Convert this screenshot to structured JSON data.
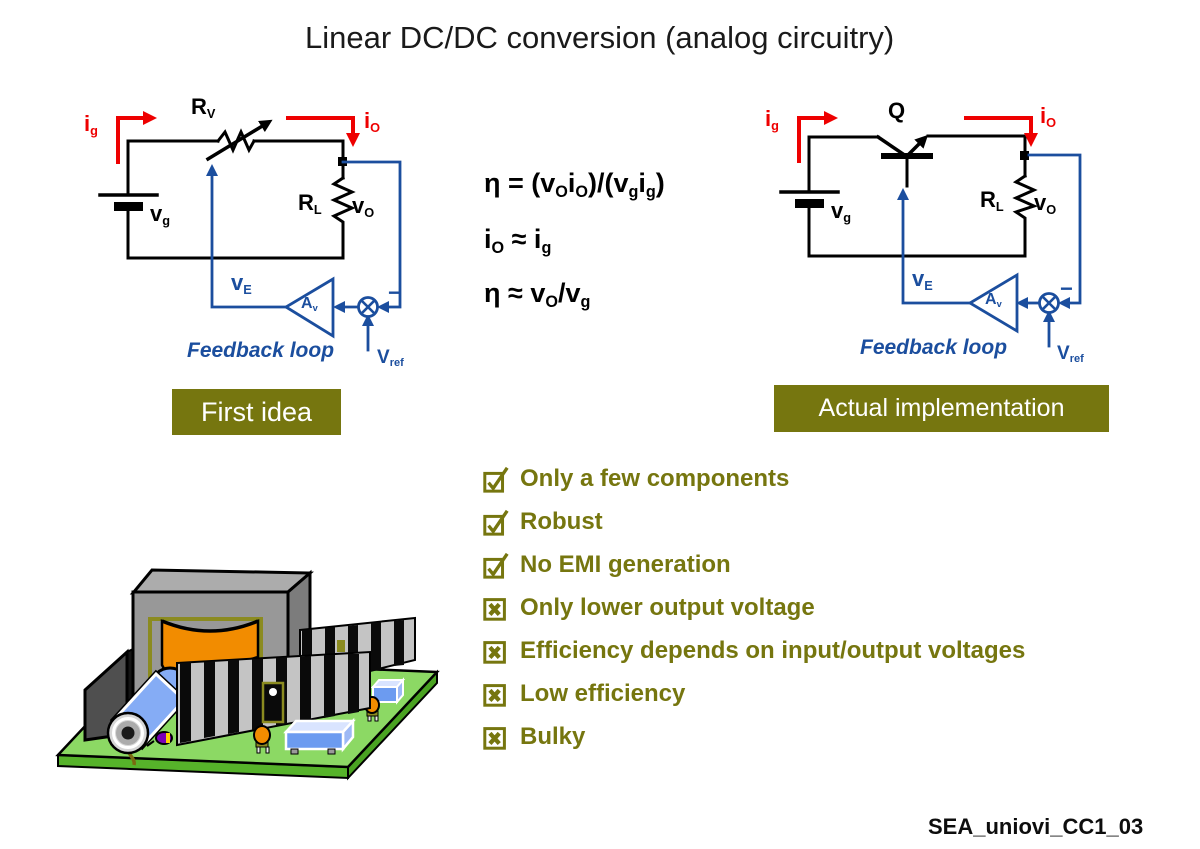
{
  "slide": {
    "title": "Linear DC/DC conversion (analog circuitry)",
    "footer": "SEA_uniovi_CC1_03"
  },
  "colors": {
    "olive": "#76760f",
    "circuit_blue": "#1b4e9e",
    "current_red": "#ee0000",
    "pcb_green": "#8cd964",
    "winding_orange": "#f28c00"
  },
  "left_circuit": {
    "caption": "First idea",
    "labels": {
      "ig": [
        {
          "t": "i"
        },
        {
          "t": "g",
          "sub": true
        }
      ],
      "rv": [
        {
          "t": "R"
        },
        {
          "t": "V",
          "sub": true
        }
      ],
      "io": [
        {
          "t": "i"
        },
        {
          "t": "O",
          "sub": true
        }
      ],
      "vg": [
        {
          "t": "v"
        },
        {
          "t": "g",
          "sub": true
        }
      ],
      "rl": [
        {
          "t": "R"
        },
        {
          "t": "L",
          "sub": true
        }
      ],
      "vo": [
        {
          "t": "v"
        },
        {
          "t": "O",
          "sub": true
        }
      ],
      "ve": [
        {
          "t": "v"
        },
        {
          "t": "E",
          "sub": true
        }
      ],
      "av": [
        {
          "t": "A"
        },
        {
          "t": "v",
          "sub": true
        }
      ],
      "vref": [
        {
          "t": "V"
        },
        {
          "t": "ref",
          "sub": true
        }
      ],
      "minus": "−",
      "feedback": "Feedback loop"
    }
  },
  "right_circuit": {
    "caption": "Actual implementation",
    "labels": {
      "ig": [
        {
          "t": "i"
        },
        {
          "t": "g",
          "sub": true
        }
      ],
      "q": "Q",
      "io": [
        {
          "t": "i"
        },
        {
          "t": "O",
          "sub": true
        }
      ],
      "vg": [
        {
          "t": "v"
        },
        {
          "t": "g",
          "sub": true
        }
      ],
      "rl": [
        {
          "t": "R"
        },
        {
          "t": "L",
          "sub": true
        }
      ],
      "vo": [
        {
          "t": "v"
        },
        {
          "t": "O",
          "sub": true
        }
      ],
      "ve": [
        {
          "t": "v"
        },
        {
          "t": "E",
          "sub": true
        }
      ],
      "av": [
        {
          "t": "A"
        },
        {
          "t": "v",
          "sub": true
        }
      ],
      "vref": [
        {
          "t": "V"
        },
        {
          "t": "ref",
          "sub": true
        }
      ],
      "minus": "−",
      "feedback": "Feedback loop"
    }
  },
  "equations": {
    "line1": [
      {
        "t": "η = (v"
      },
      {
        "t": "O",
        "sub": true
      },
      {
        "t": "i"
      },
      {
        "t": "O",
        "sub": true
      },
      {
        "t": ")/(v"
      },
      {
        "t": "g",
        "sub": true
      },
      {
        "t": "i"
      },
      {
        "t": "g",
        "sub": true
      },
      {
        "t": ")"
      }
    ],
    "line2": [
      {
        "t": "i"
      },
      {
        "t": "O",
        "sub": true
      },
      {
        "t": " ≈ i"
      },
      {
        "t": "g",
        "sub": true
      }
    ],
    "line3": [
      {
        "t": "η ≈ v"
      },
      {
        "t": "O",
        "sub": true
      },
      {
        "t": "/v"
      },
      {
        "t": "g",
        "sub": true
      }
    ]
  },
  "checklist": {
    "items": [
      {
        "state": "check",
        "label": "Only a few components"
      },
      {
        "state": "check",
        "label": "Robust"
      },
      {
        "state": "check",
        "label": "No EMI generation"
      },
      {
        "state": "cross",
        "label": "Only lower output voltage"
      },
      {
        "state": "cross",
        "label": "Efficiency depends on input/output voltages"
      },
      {
        "state": "cross",
        "label": "Low efficiency"
      },
      {
        "state": "cross",
        "label": "Bulky"
      }
    ]
  }
}
